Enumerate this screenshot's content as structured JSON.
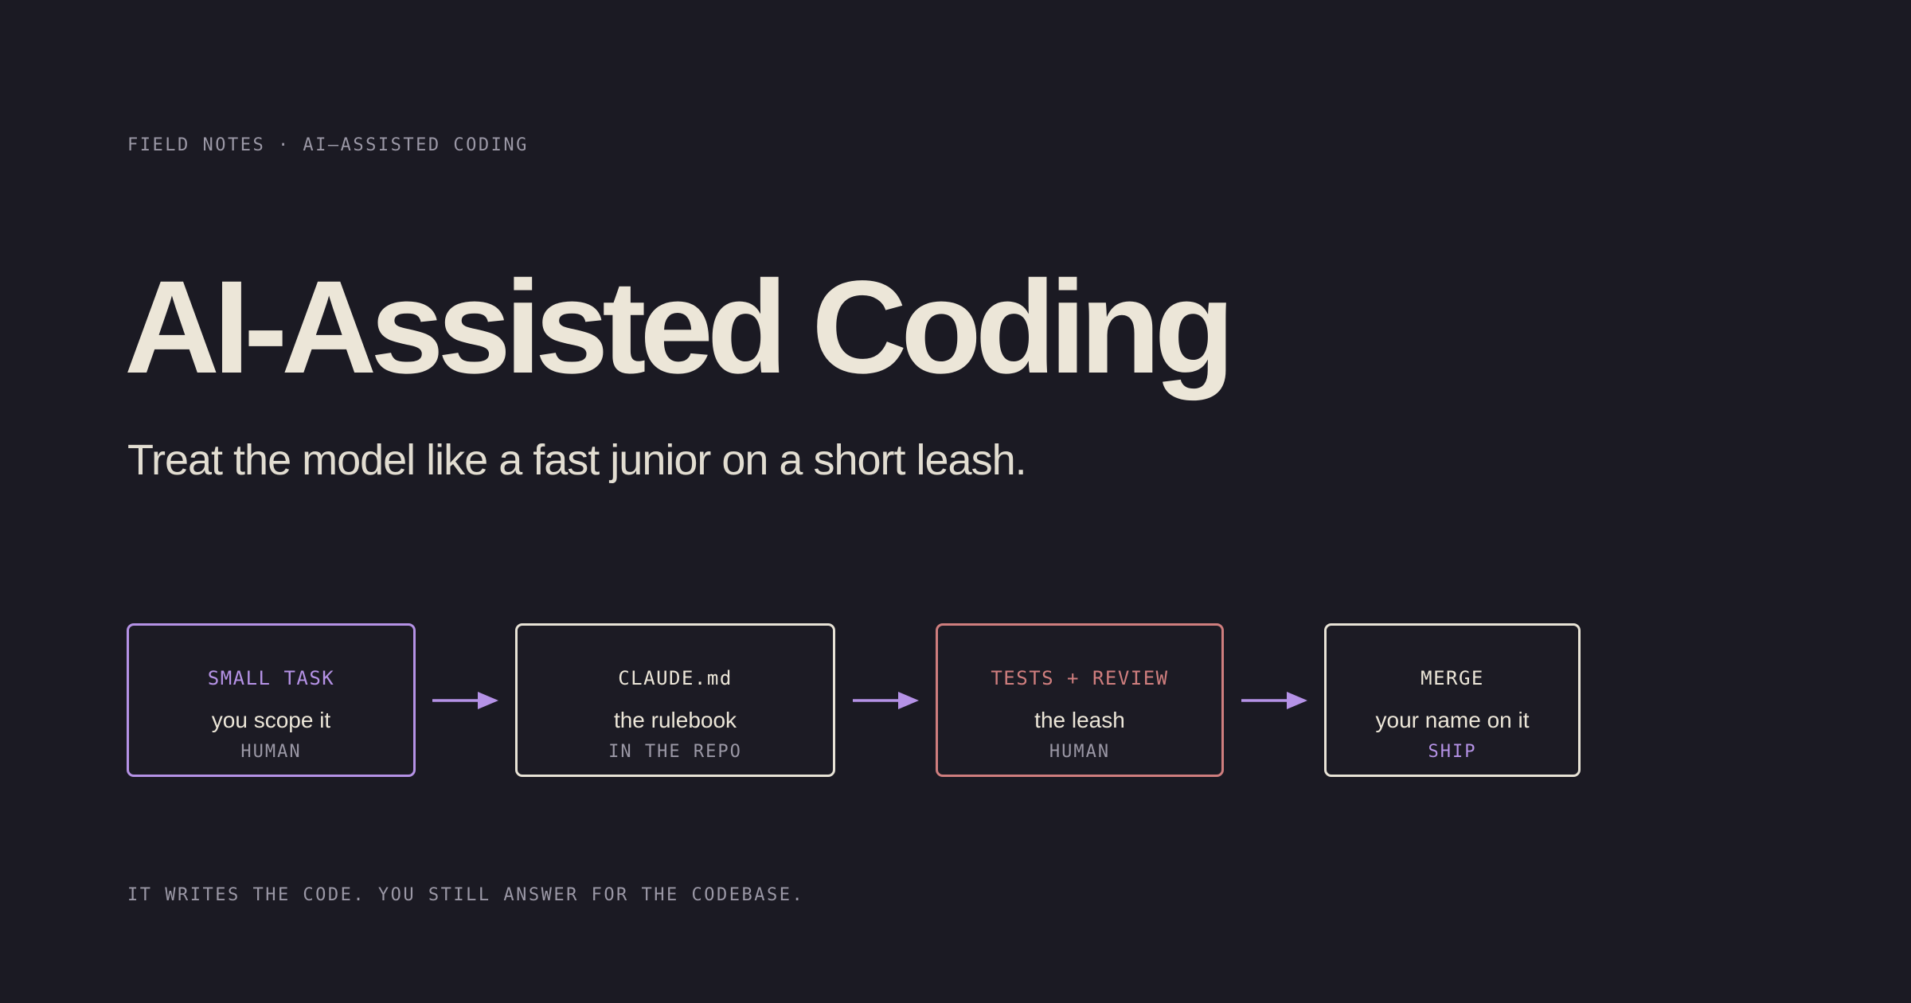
{
  "header": {
    "eyebrow": "FIELD NOTES · AI–ASSISTED CODING",
    "title": "AI-Assisted Coding",
    "subtitle": "Treat the model like a fast junior on a short leash."
  },
  "colors": {
    "background": "#1b1a23",
    "text": "#ece6d8",
    "muted": "#9b98a6",
    "accent_purple": "#b592e6",
    "accent_red": "#cf7e7e",
    "neutral_border": "#e8e3d6"
  },
  "flow": {
    "steps": [
      {
        "tag": "SMALL TASK",
        "desc": "you scope it",
        "role": "HUMAN",
        "tag_color": "#b592e6",
        "role_color": "#9b98a6",
        "border_color": "#b592e6"
      },
      {
        "tag": "CLAUDE.md",
        "desc": "the rulebook",
        "role": "IN THE REPO",
        "tag_color": "#ece6d8",
        "role_color": "#9b98a6",
        "border_color": "#e8e3d6"
      },
      {
        "tag": "TESTS + REVIEW",
        "desc": "the leash",
        "role": "HUMAN",
        "tag_color": "#cf7e7e",
        "role_color": "#9b98a6",
        "border_color": "#cf7e7e"
      },
      {
        "tag": "MERGE",
        "desc": "your name on it",
        "role": "SHIP",
        "tag_color": "#ece6d8",
        "role_color": "#b592e6",
        "border_color": "#e8e3d6"
      }
    ],
    "connector_icon": "arrow-right-icon",
    "connector_color": "#b592e6"
  },
  "footer": {
    "text": "IT WRITES THE CODE. YOU STILL ANSWER FOR THE CODEBASE."
  }
}
